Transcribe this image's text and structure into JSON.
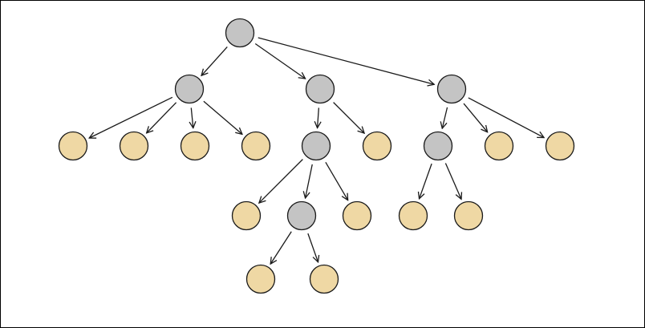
{
  "colors": {
    "internal_fill": "#c4c4c4",
    "leaf_fill": "#efd8a4",
    "stroke": "#1a1a1a",
    "background": "#ffffff"
  },
  "tree": {
    "nodes": [
      {
        "id": "root",
        "kind": "internal"
      },
      {
        "id": "a",
        "kind": "internal"
      },
      {
        "id": "b",
        "kind": "internal"
      },
      {
        "id": "c",
        "kind": "internal"
      },
      {
        "id": "a1",
        "kind": "leaf"
      },
      {
        "id": "a2",
        "kind": "leaf"
      },
      {
        "id": "a3",
        "kind": "leaf"
      },
      {
        "id": "a4",
        "kind": "leaf"
      },
      {
        "id": "b1",
        "kind": "internal"
      },
      {
        "id": "b2",
        "kind": "leaf"
      },
      {
        "id": "c1",
        "kind": "internal"
      },
      {
        "id": "c2",
        "kind": "leaf"
      },
      {
        "id": "c3",
        "kind": "leaf"
      },
      {
        "id": "b1a",
        "kind": "leaf"
      },
      {
        "id": "b1b",
        "kind": "internal"
      },
      {
        "id": "b1c",
        "kind": "leaf"
      },
      {
        "id": "c1a",
        "kind": "leaf"
      },
      {
        "id": "c1b",
        "kind": "leaf"
      },
      {
        "id": "b1b1",
        "kind": "leaf"
      },
      {
        "id": "b1b2",
        "kind": "leaf"
      }
    ],
    "edges": [
      [
        "root",
        "a"
      ],
      [
        "root",
        "b"
      ],
      [
        "root",
        "c"
      ],
      [
        "a",
        "a1"
      ],
      [
        "a",
        "a2"
      ],
      [
        "a",
        "a3"
      ],
      [
        "a",
        "a4"
      ],
      [
        "b",
        "b1"
      ],
      [
        "b",
        "b2"
      ],
      [
        "c",
        "c1"
      ],
      [
        "c",
        "c2"
      ],
      [
        "c",
        "c3"
      ],
      [
        "b1",
        "b1a"
      ],
      [
        "b1",
        "b1b"
      ],
      [
        "b1",
        "b1c"
      ],
      [
        "c1",
        "c1a"
      ],
      [
        "c1",
        "c1b"
      ],
      [
        "b1b",
        "b1b1"
      ],
      [
        "b1b",
        "b1b2"
      ]
    ]
  }
}
